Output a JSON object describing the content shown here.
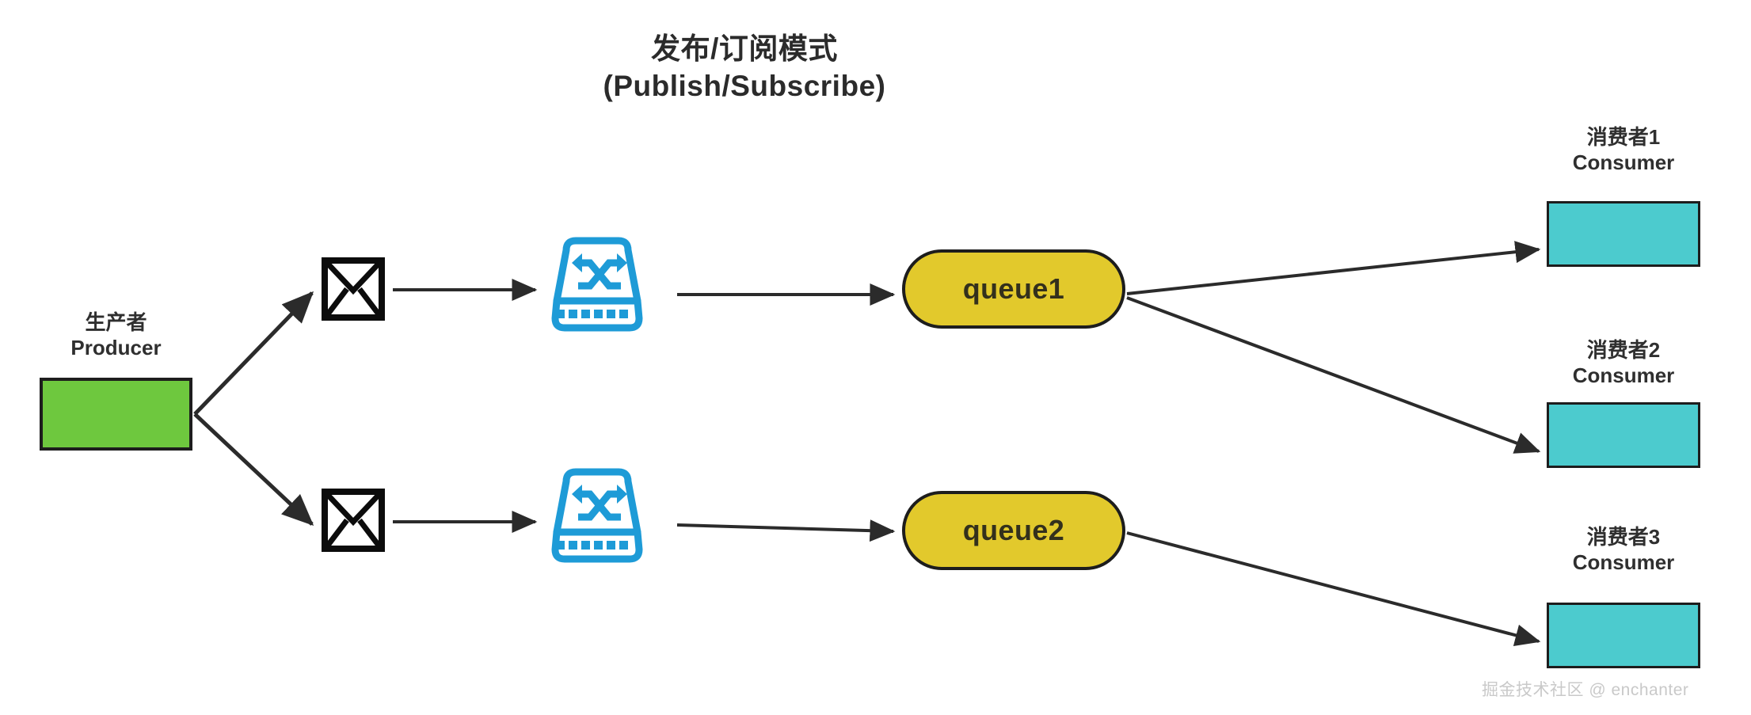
{
  "diagram": {
    "title": {
      "cn": "发布/订阅模式",
      "en": "(Publish/Subscribe)"
    },
    "background_color": "#ffffff",
    "producer": {
      "label_cn": "生产者",
      "label_en": "Producer",
      "fill_color": "#6EC83E",
      "border_color": "#1d1d1d",
      "icon": "producer-box"
    },
    "messages": [
      {
        "icon": "envelope-icon",
        "name": "message-1"
      },
      {
        "icon": "envelope-icon",
        "name": "message-2"
      }
    ],
    "exchanges": [
      {
        "icon": "exchange-router-icon",
        "name": "exchange-1",
        "color": "#1E9BD7"
      },
      {
        "icon": "exchange-router-icon",
        "name": "exchange-2",
        "color": "#1E9BD7"
      }
    ],
    "queues": [
      {
        "label": "queue1",
        "fill_color": "#E2C92C",
        "border_color": "#1d1d1d"
      },
      {
        "label": "queue2",
        "fill_color": "#E2C92C",
        "border_color": "#1d1d1d"
      }
    ],
    "consumers": [
      {
        "label_cn": "消费者1",
        "label_en": "Consumer",
        "fill_color": "#4CCBCE",
        "border_color": "#1d1d1d"
      },
      {
        "label_cn": "消费者2",
        "label_en": "Consumer",
        "fill_color": "#4CCBCE",
        "border_color": "#1d1d1d"
      },
      {
        "label_cn": "消费者3",
        "label_en": "Consumer",
        "fill_color": "#4CCBCE",
        "border_color": "#1d1d1d"
      }
    ],
    "connections": [
      {
        "from": "producer",
        "to": "message-1",
        "style": "arrow"
      },
      {
        "from": "producer",
        "to": "message-2",
        "style": "arrow"
      },
      {
        "from": "message-1",
        "to": "exchange-1",
        "style": "arrow"
      },
      {
        "from": "message-2",
        "to": "exchange-2",
        "style": "arrow"
      },
      {
        "from": "exchange-1",
        "to": "queue1",
        "style": "arrow"
      },
      {
        "from": "exchange-2",
        "to": "queue2",
        "style": "arrow"
      },
      {
        "from": "queue1",
        "to": "consumer1",
        "style": "arrow"
      },
      {
        "from": "queue1",
        "to": "consumer2",
        "style": "arrow"
      },
      {
        "from": "queue2",
        "to": "consumer3",
        "style": "arrow"
      }
    ],
    "arrow_color": "#2b2b2b",
    "watermark": "掘金技术社区 @ enchanter"
  }
}
